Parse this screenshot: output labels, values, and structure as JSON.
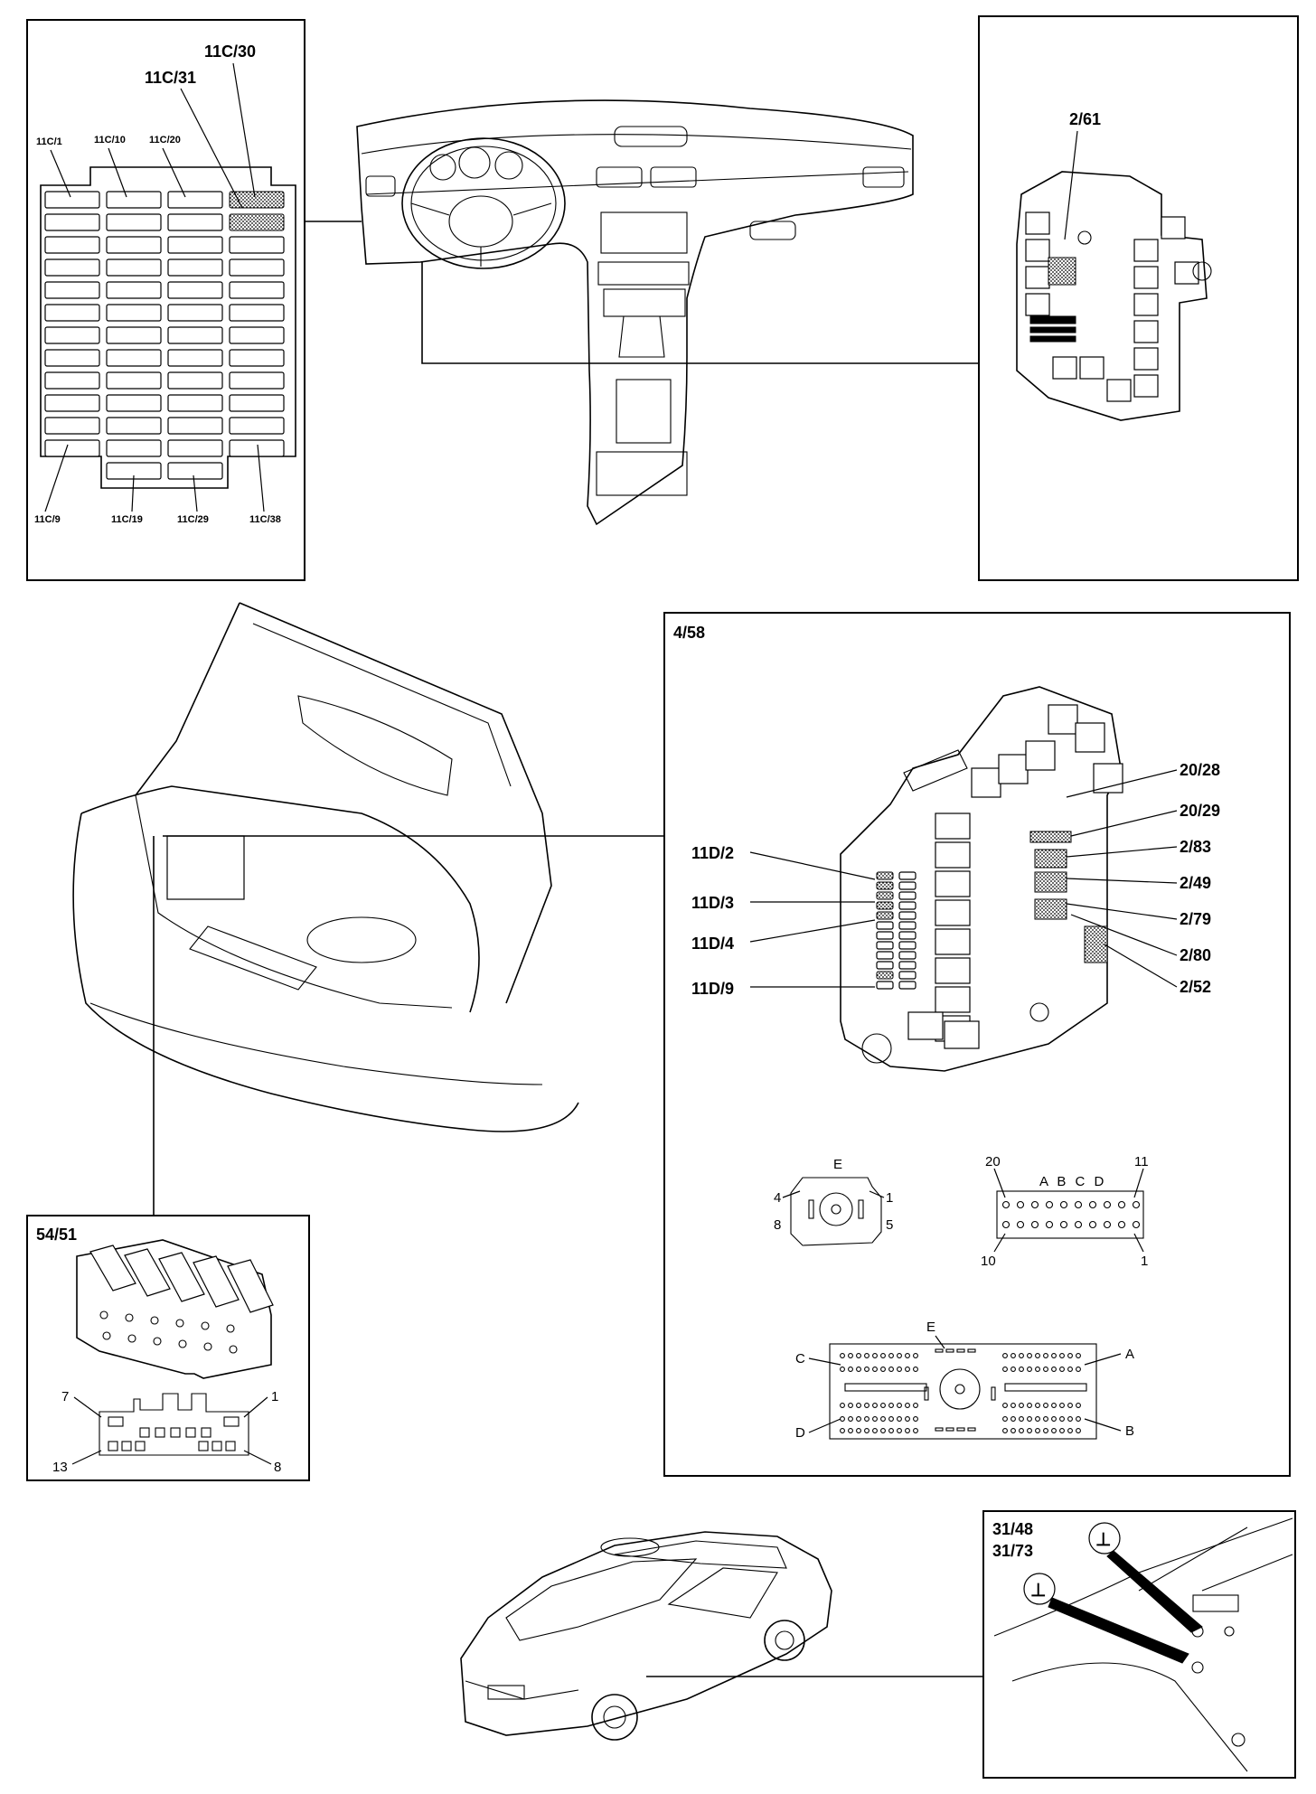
{
  "panels": {
    "fuse_panel_11c": {
      "callouts": {
        "top_a": "11C/30",
        "top_b": "11C/31",
        "col1_top": "11C/1",
        "col2_top": "11C/10",
        "col3_top": "11C/20",
        "col1_bottom": "11C/9",
        "col2_bottom": "11C/19",
        "col3_bottom": "11C/29",
        "col4_bottom": "11C/38"
      }
    },
    "relay_box_2_61": {
      "label": "2/61"
    },
    "central_box_4_58": {
      "title": "4/58",
      "left_callouts": [
        "11D/2",
        "11D/3",
        "11D/4",
        "11D/9"
      ],
      "right_callouts": [
        "20/28",
        "20/29",
        "2/83",
        "2/49",
        "2/79",
        "2/80",
        "2/52"
      ],
      "connector_small": {
        "top": "E",
        "pin_tl": "4",
        "pin_tr": "1",
        "pin_bl": "8",
        "pin_br": "5"
      },
      "connector_20pin": {
        "pin_tl": "20",
        "pin_tr": "11",
        "letters": "A B C D",
        "pin_bl": "10",
        "pin_br": "1"
      },
      "connector_large": {
        "top": "E",
        "left_top": "C",
        "left_bottom": "D",
        "right_top": "A",
        "right_bottom": "B"
      }
    },
    "connector_54_51": {
      "title": "54/51",
      "pin_tl": "7",
      "pin_tr": "1",
      "pin_bl": "13",
      "pin_br": "8"
    },
    "ground_points": {
      "label_a": "31/48",
      "label_b": "31/73",
      "ground_symbol": "⊥"
    }
  }
}
